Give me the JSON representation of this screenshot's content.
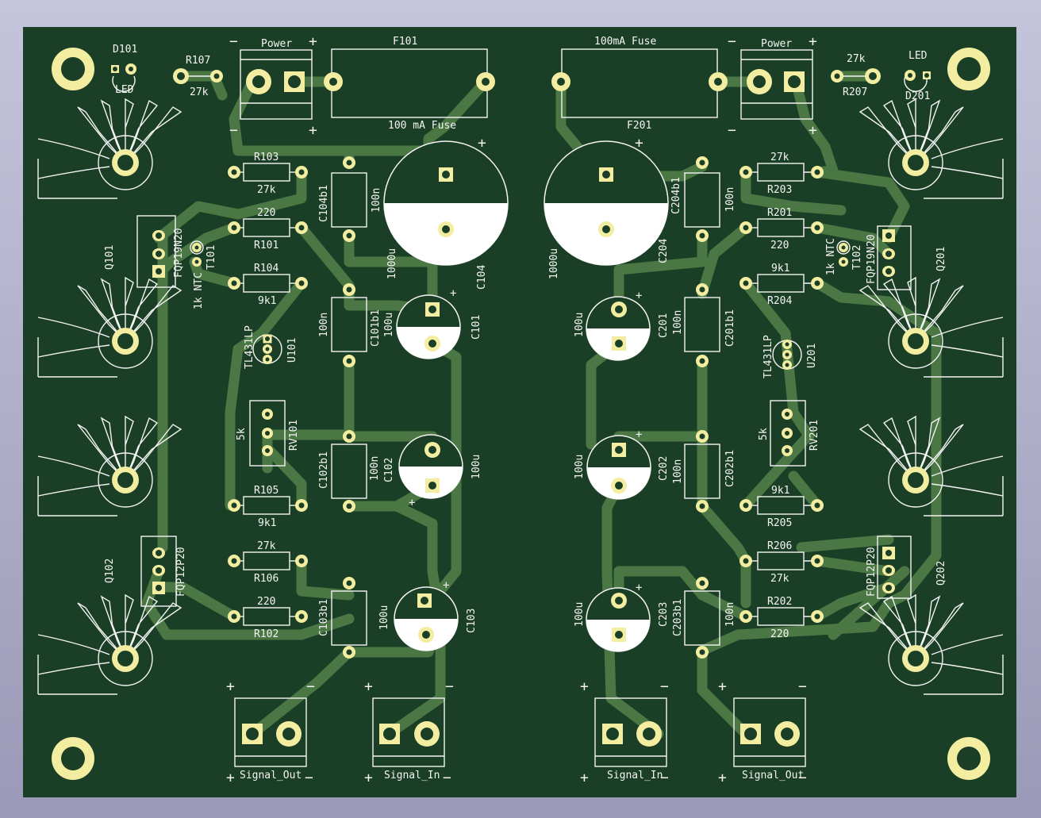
{
  "colors": {
    "background": "#b4b4d0",
    "board": "#1b3f26",
    "trace": "#4d7a45",
    "pad": "#f2eda0",
    "silkscreen": "#f4f4f4"
  },
  "board": {
    "power_left": {
      "title": "Power",
      "minus": "−",
      "plus": "+"
    },
    "power_right": {
      "title": "Power",
      "minus": "−",
      "plus": "+"
    },
    "labels": {
      "D101": "D101",
      "LED_L": "LED",
      "R107": "R107",
      "R107_val": "27k",
      "F101": "F101",
      "F101_val": "100 mA Fuse",
      "F201_val": "100mA Fuse",
      "F201": "F201",
      "D201": "D201",
      "LED_R": "LED",
      "R207": "R207",
      "R207_val": "27k",
      "R103": "R103",
      "R103_val": "27k",
      "R101_val": "220",
      "R101": "R101",
      "R104": "R104",
      "R104_val": "9k1",
      "R203_val": "27k",
      "R203": "R203",
      "R201": "R201",
      "R201_val": "220",
      "R204_val": "9k1",
      "R204": "R204",
      "Q101": "Q101",
      "FQP19N20_L": "FQP19N20",
      "T101": "T101",
      "NTC_L": "1k NTC",
      "Q201": "Q201",
      "FQP19N20_R": "FQP19N20",
      "T102": "T102",
      "NTC_R": "1k NTC",
      "C104b1": "C104b1",
      "C104b1_val": "100n",
      "C104_val": "1000u",
      "C104": "C104",
      "C204": "C204",
      "C204_val": "1000u",
      "C204b1": "C204b1",
      "C204b1_val": "100n",
      "U101_type": "TL431LP",
      "U101": "U101",
      "U201_type": "TL431LP",
      "U201": "U201",
      "C101b1_val": "100n",
      "C101b1": "C101b1",
      "C101_val": "100u",
      "C101": "C101",
      "C201_val": "100u",
      "C201": "C201",
      "C201b1_val": "100n",
      "C201b1": "C201b1",
      "RV101_val": "5k",
      "RV101": "RV101",
      "RV201_val": "5k",
      "RV201": "RV201",
      "C102b1": "C102b1",
      "C102b1_val": "100n",
      "C102": "C102",
      "C102_val": "100u",
      "C202_val": "100u",
      "C202": "C202",
      "C202b1_val": "100n",
      "C202b1": "C202b1",
      "R105": "R105",
      "R105_val": "9k1",
      "R205_val": "9k1",
      "R205": "R205",
      "Q102": "Q102",
      "FQP12P20_L": "FQP12P20",
      "Q202": "Q202",
      "FQP12P20_R": "FQP12P20",
      "R106_val": "27k",
      "R106": "R106",
      "R102_val": "220",
      "R102": "R102",
      "R206": "R206",
      "R206_val": "27k",
      "R202": "R202",
      "R202_val": "220",
      "C103b1": "C103b1",
      "C103_val": "100u",
      "C103": "C103",
      "C203_val": "100u",
      "C203": "C203",
      "C203b1": "C203b1",
      "C203b1_val": "100n"
    },
    "connectors": {
      "signal_out_left": {
        "name": "Signal_Out",
        "plus": "+",
        "minus": "−"
      },
      "signal_in_left": {
        "name": "Signal_In",
        "plus": "+",
        "minus": "−"
      },
      "signal_in_right": {
        "name": "Signal_In",
        "plus": "+",
        "minus": "−"
      },
      "signal_out_right": {
        "name": "Signal_Out",
        "plus": "+",
        "minus": "−"
      }
    }
  }
}
